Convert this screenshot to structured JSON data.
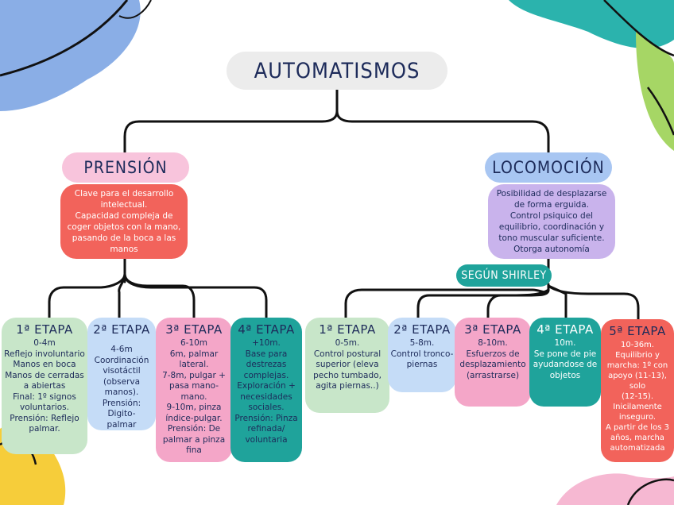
{
  "title": "AUTOMATISMOS",
  "branches": {
    "prension": {
      "label": "PRENSIÓN",
      "description": "Clave para el desarrollo intelectual.\nCapacidad compleja de coger objetos con la mano, pasando de la boca a las manos"
    },
    "locomocion": {
      "label": "LOCOMOCIÓN",
      "description": "Posibilidad de desplazarse de forma erguida.\nControl psiquico del equilibrio, coordinación y tono muscular suficiente.\nOtorga autonomía",
      "sub_label": "SEGÚN SHIRLEY"
    }
  },
  "prension_stages": [
    {
      "title": "1ª ETAPA",
      "text": "0-4m\nReflejo involuntario\nManos en boca\nManos de cerradas\na abiertas\nFinal: 1º signos\nvoluntarios.\nPrensión: Reflejo\npalmar."
    },
    {
      "title": "2ª ETAPA",
      "text": "4-6m\nCoordinación\nvisotáctil\n(observa\nmanos).\nPrensión: Digito-\npalmar"
    },
    {
      "title": "3ª ETAPA",
      "text": "6-10m\n6m, palmar\nlateral.\n7-8m, pulgar +\npasa mano-mano.\n9-10m, pinza\níndice-pulgar.\nPrensión: De\npalmar a pinza\nfina"
    },
    {
      "title": "4ª ETAPA",
      "text": "+10m.\nBase para\ndestrezas\ncomplejas.\nExploración +\nnecesidades\nsociales.\nPrensión: Pinza\nrefinada/\nvoluntaria"
    }
  ],
  "locomocion_stages": [
    {
      "title": "1ª ETAPA",
      "text": "0-5m.\nControl postural\nsuperior (eleva\npecho tumbado,\nagita piernas..)"
    },
    {
      "title": "2ª ETAPA",
      "text": "5-8m.\nControl tronco-\npiernas"
    },
    {
      "title": "3ª ETAPA",
      "text": "8-10m.\nEsfuerzos de\ndesplazamiento\n(arrastrarse)"
    },
    {
      "title": "4ª ETAPA",
      "text": "10m.\nSe pone de pie\nayudandose de\nobjetos"
    },
    {
      "title": "5ª ETAPA",
      "text": "10-36m.\nEquilibrio y\nmarcha: 1º con\napoyo (11-13), solo\n(12-15).\nInicilamente\ninseguro.\nA partir de los 3\naños, marcha\nautomatizada"
    }
  ],
  "colors": {
    "green": "#c8e6c9",
    "light_blue": "#c5dcf7",
    "pink": "#f4a6c8",
    "teal": "#1fa39b",
    "red": "#f2635b",
    "purple": "#c9b3ec",
    "title_gray": "#ececec",
    "prension_pill": "#f8c4dc",
    "locomocion_pill": "#a8c6f2"
  }
}
